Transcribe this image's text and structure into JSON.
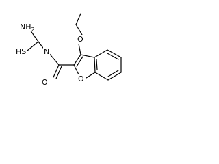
{
  "diagram": {
    "atoms": {
      "nh2": "NH2",
      "sulfur": "HS",
      "imine_n": "N",
      "ether_o": "O",
      "carbonyl_o": "O",
      "ring_o": "O"
    },
    "colors": {
      "bond": "#000000",
      "text": "#000000",
      "background": "#ffffff"
    }
  }
}
